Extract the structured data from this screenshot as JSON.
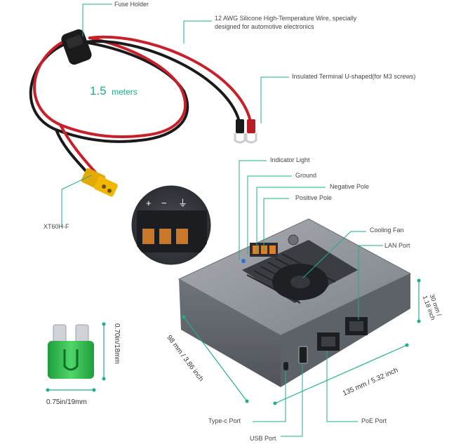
{
  "labels": {
    "fuse_holder": "Fuse Holder",
    "wire_line1": "12 AWG Silicone High-Temperature Wire, specially",
    "wire_line2": "designed for automotive electronics",
    "terminal": "Insulated Terminal U-shaped(for M3 screws)",
    "indicator": "Indicator Light",
    "ground": "Ground",
    "negative": "Negative Pole",
    "positive": "Positive Pole",
    "cooling_fan": "Cooling Fan",
    "lan_port": "LAN Port",
    "xt60": "XT60H-F",
    "typec": "Type-c Port",
    "usb": "USB Port",
    "poe": "PoE Port"
  },
  "cable_length": {
    "value": "1.5",
    "unit": "meters"
  },
  "dimensions": {
    "depth": "98 mm / 3.86 inch",
    "width": "135 mm / 5.32 inch",
    "height_line1": "30 mm /",
    "height_line2": "1.18 inch",
    "fuse_height": "0.70in/18mm",
    "fuse_width": "0.75in/19mm"
  },
  "terminal_symbols": {
    "plus": "+",
    "minus": "−",
    "ground": "⏚"
  },
  "colors": {
    "accent": "#1fae8c",
    "leader": "#1fae8c",
    "wire_red": "#c8202a",
    "wire_black": "#1a1a1a",
    "case": "#8a8f96",
    "connector": "#f2b705",
    "fuse": "#2fbf4a"
  }
}
